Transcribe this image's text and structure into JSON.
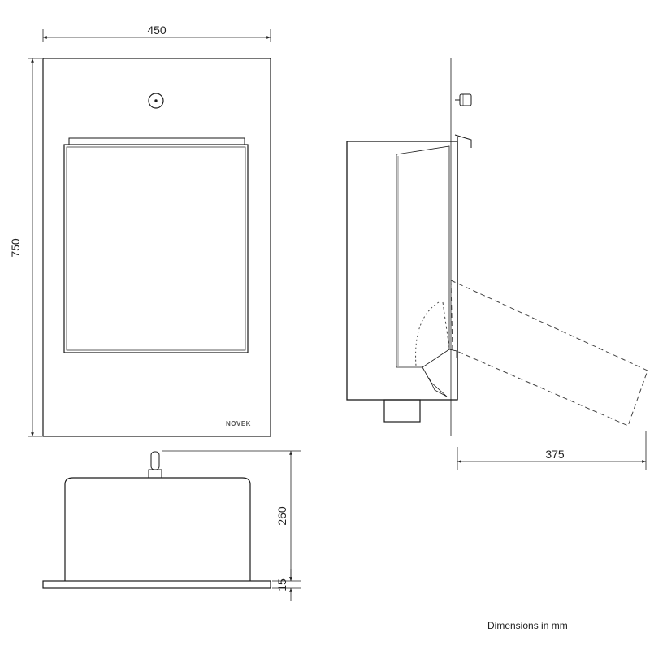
{
  "dimensions": {
    "front_width": "450",
    "front_height": "750",
    "projection": "375",
    "top_depth": "260",
    "top_flange": "15"
  },
  "brand_logo": "NOVEK",
  "footnote": "Dimensions in mm",
  "colors": {
    "line": "#1a1a1a",
    "thin_line": "#333333",
    "dashed_line": "#444444"
  }
}
